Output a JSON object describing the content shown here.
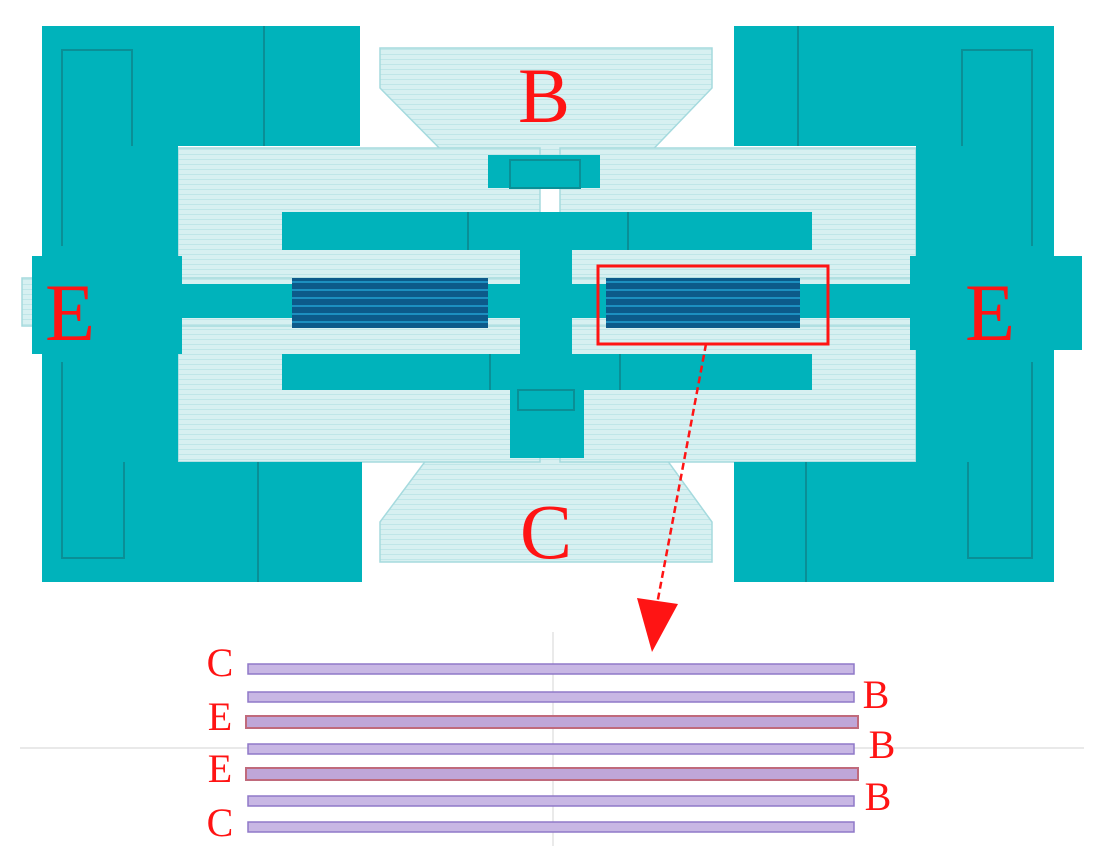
{
  "device": {
    "labels": {
      "base": "B",
      "collector": "C",
      "emitter_left": "E",
      "emitter_right": "E"
    }
  },
  "inset": {
    "left_labels": [
      "C",
      "E",
      "E",
      "C"
    ],
    "right_labels": [
      "B",
      "B",
      "B"
    ]
  },
  "colors": {
    "metal": "#00b3bb",
    "active": "#d7f0f1",
    "fingers": "#0c5a8a",
    "highlight": "#ff1414",
    "collector_strip": "#c8b7e4",
    "emitter_strip": "#bfa6d8"
  }
}
